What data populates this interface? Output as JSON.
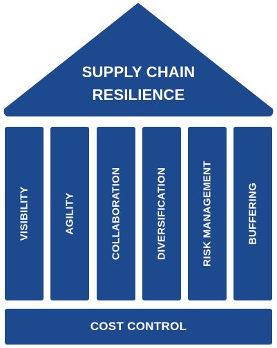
{
  "roof": {
    "title_line1": "SUPPLY CHAIN",
    "title_line2": "RESILIENCE"
  },
  "pillars": [
    {
      "label": "VISIBILITY"
    },
    {
      "label": "AGILITY"
    },
    {
      "label": "COLLABORATION"
    },
    {
      "label": "DIVERSIFICATION"
    },
    {
      "label": "RISK MANAGEMENT"
    },
    {
      "label": "BUFFERING"
    }
  ],
  "base": {
    "label": "COST CONTROL"
  },
  "colors": {
    "primary": "#1d4a8f",
    "text": "#ffffff",
    "background": "#ffffff"
  }
}
